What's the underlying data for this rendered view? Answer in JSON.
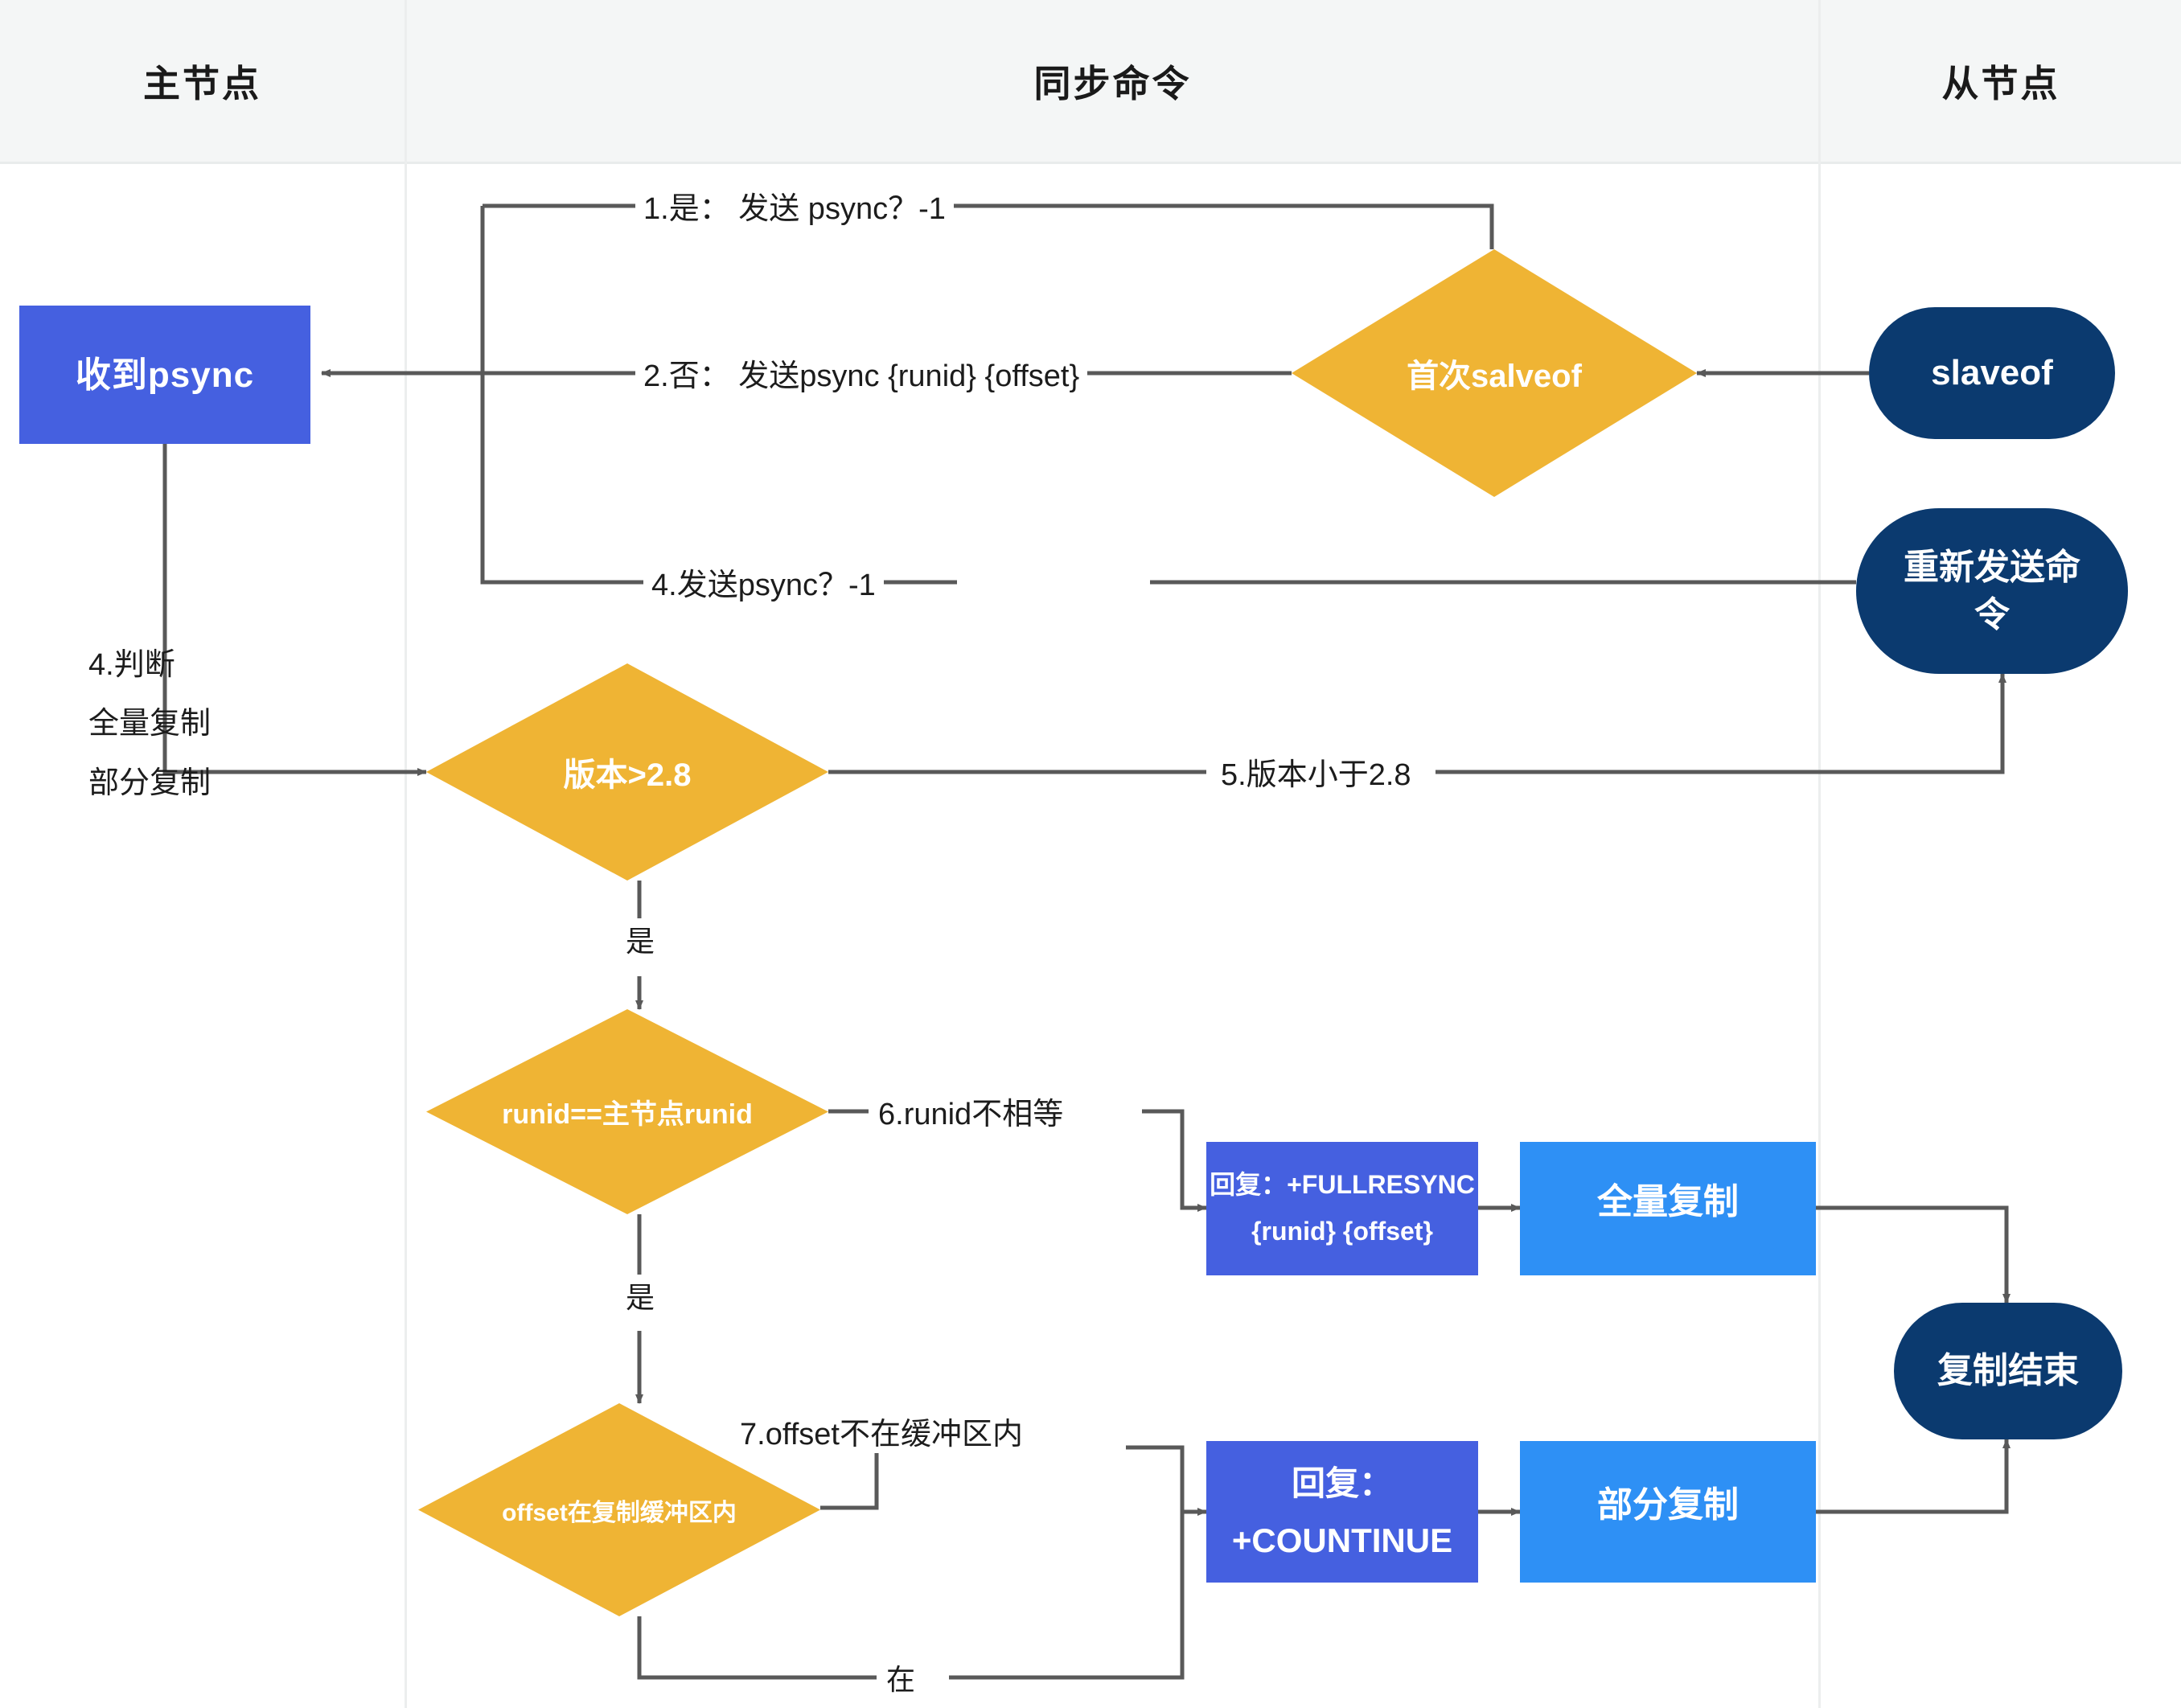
{
  "colors": {
    "lane_header_bg": "#f4f6f6",
    "royal_blue": "#4560e0",
    "amber": "#efb434",
    "navy": "#0b3a6f",
    "light_blue": "#2e90f5",
    "wire": "#595959",
    "text": "#1c1c1c"
  },
  "lanes": [
    {
      "title": "主节点"
    },
    {
      "title": "同步命令"
    },
    {
      "title": "从节点"
    }
  ],
  "nodes": {
    "recv_psync": {
      "label": "收到psync"
    },
    "first_slaveof": {
      "label": "首次salveof"
    },
    "slaveof": {
      "label": "slaveof"
    },
    "resend_cmd": {
      "label": "重新发送命令"
    },
    "version_gt": {
      "label": "版本>2.8"
    },
    "runid_eq": {
      "label": "runid==主节点runid"
    },
    "offset_in": {
      "label": "offset在复制缓冲区内"
    },
    "reply_full": {
      "line1": "回复：+FULLRESYNC",
      "line2": "{runid} {offset}"
    },
    "reply_cont": {
      "line1": "回复：",
      "line2": "+COUNTINUE"
    },
    "full_copy": {
      "label": "全量复制"
    },
    "partial_copy": {
      "label": "部分复制"
    },
    "copy_end": {
      "label": "复制结束"
    }
  },
  "edges": {
    "e1": "1.是： 发送 psync？-1",
    "e2": "2.否： 发送psync {runid} {offset}",
    "e4": "4.发送psync？-1",
    "e5": "5.版本小于2.8",
    "e6": "6.runid不相等",
    "e7": "7.offset不在缓冲区内",
    "yes_1": "是",
    "yes_2": "是",
    "in_buffer": "在"
  },
  "master_note": {
    "line1": "4.判断",
    "line2": "全量复制",
    "line3": "部分复制"
  }
}
